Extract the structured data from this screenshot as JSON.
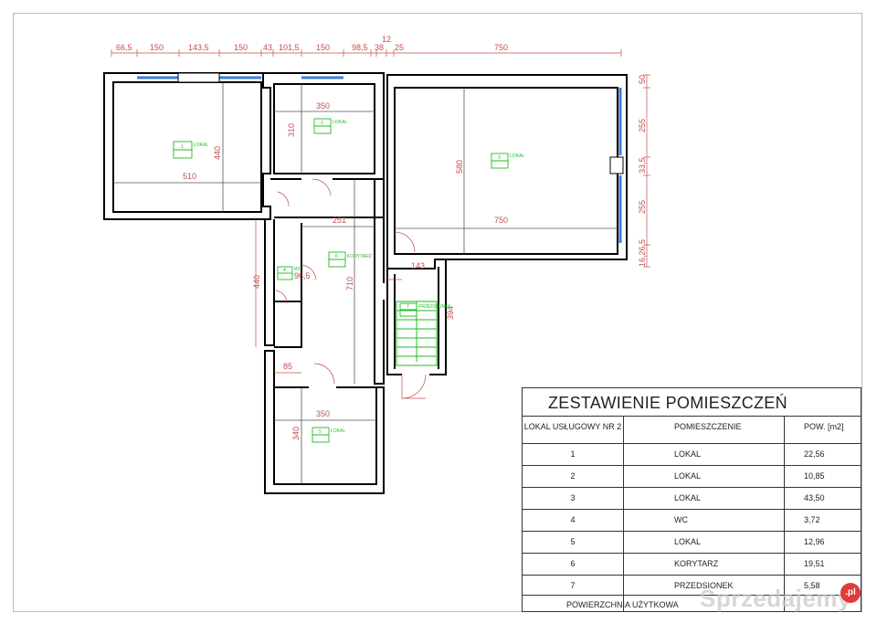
{
  "dimensions_top": [
    "66,5",
    "150",
    "143,5",
    "150",
    "43",
    "101,5",
    "150",
    "98,5",
    "12",
    "38",
    "25",
    "750"
  ],
  "dimensions_right": [
    "50",
    "255",
    "33,5",
    "255",
    "16,26,5"
  ],
  "room_dims": {
    "r1_width": "510",
    "r1_height": "440",
    "r2_width": "350",
    "r2_height": "310",
    "r3_width": "750",
    "r3_width_top": "750",
    "r3_height": "580",
    "corridor_width": "251",
    "corridor_height": "710",
    "left_wing_height": "440",
    "wc_dim": "85",
    "wc_small": "96,5",
    "r5_width": "350",
    "r5_height": "340",
    "vest_width": "143",
    "vest_height": "394"
  },
  "room_tags": [
    {
      "no": "1",
      "name": "LOKAL"
    },
    {
      "no": "2",
      "name": "LOKAL"
    },
    {
      "no": "3",
      "name": "LOKAL"
    },
    {
      "no": "4",
      "name": "WC"
    },
    {
      "no": "5",
      "name": "LOKAL"
    },
    {
      "no": "6",
      "name": "KORYTARZ"
    },
    {
      "no": "7",
      "name": "PRZEDSIONEK"
    }
  ],
  "table": {
    "title": "ZESTAWIENIE POMIESZCZEŃ",
    "headers": [
      "LOKAL USŁUGOWY NR 2",
      "POMIESZCZENIE",
      "POW. [m2]"
    ],
    "rows": [
      {
        "no": "1",
        "name": "LOKAL",
        "area": "22,56"
      },
      {
        "no": "2",
        "name": "LOKAL",
        "area": "10,85"
      },
      {
        "no": "3",
        "name": "LOKAL",
        "area": "43,50"
      },
      {
        "no": "4",
        "name": "WC",
        "area": "3,72"
      },
      {
        "no": "5",
        "name": "LOKAL",
        "area": "12,96"
      },
      {
        "no": "6",
        "name": "KORYTARZ",
        "area": "19,51"
      },
      {
        "no": "7",
        "name": "PRZEDSIONEK",
        "area": "5,58"
      }
    ],
    "footer": "POWIERZCHNIA UŻYTKOWA"
  },
  "watermark": {
    "text": "Sprzedajemy",
    "badge": ".pl"
  }
}
